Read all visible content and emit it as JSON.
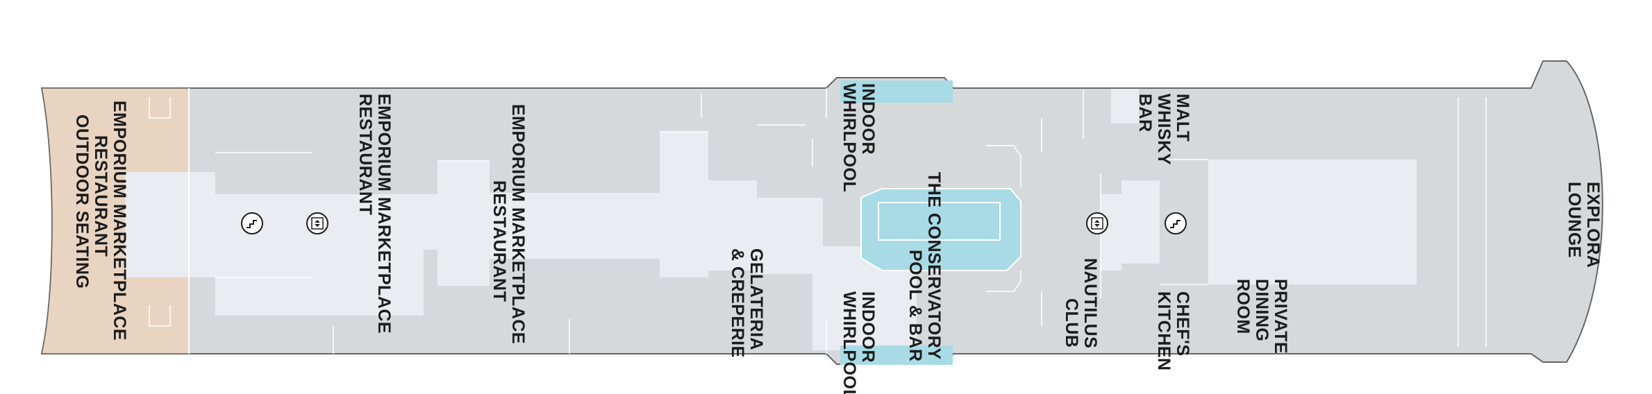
{
  "colors": {
    "deck": "#d6d9dc",
    "outline": "#666666",
    "outdoor": "#e9d4c2",
    "pool": "#a8dbe6",
    "room_light": "#e9ecf0",
    "text": "#1c1c1c"
  },
  "labels": {
    "emporium_outdoor": [
      "EMPORIUM MARKETPLACE",
      "RESTAURANT",
      "OUTDOOR SEATING"
    ],
    "emporium_1": [
      "EMPORIUM MARKETPLACE",
      "RESTAURANT"
    ],
    "emporium_2": [
      "EMPORIUM MARKETPLACE",
      "RESTAURANT"
    ],
    "gelateria": [
      "GELATERIA",
      "& CREPERIE"
    ],
    "indoor_whirlpool_top": [
      "INDOOR",
      "WHIRLPOOL"
    ],
    "indoor_whirlpool_bottom": [
      "INDOOR",
      "WHIRLPOOL"
    ],
    "conservatory": [
      "THE CONSERVATORY",
      "POOL & BAR"
    ],
    "nautilus": [
      "NAUTILUS",
      "CLUB"
    ],
    "malt_whisky": [
      "MALT",
      "WHISKY",
      "BAR"
    ],
    "chefs_kitchen": [
      "CHEF'S",
      "KITCHEN"
    ],
    "private_dining": [
      "PRIVATE",
      "DINING",
      "ROOM"
    ],
    "explora_lounge": [
      "EXPLORA",
      "LOUNGE"
    ]
  },
  "icons": [
    "stairs-icon",
    "elevator-icon",
    "elevator-icon",
    "stairs-icon"
  ]
}
